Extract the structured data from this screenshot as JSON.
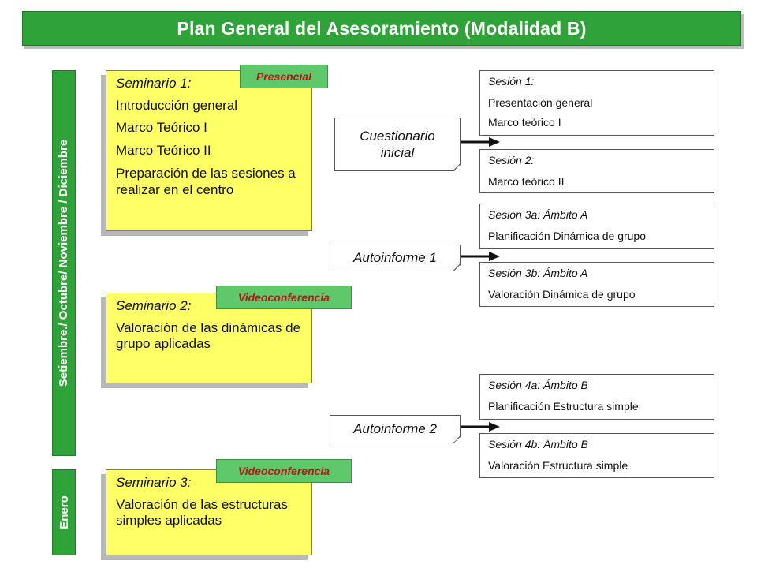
{
  "title": "Plan General del Asesoramiento (Modalidad B)",
  "periods": [
    {
      "label": "Setiembre./ Octubre/ Noviembre / Diciembre"
    },
    {
      "label": "Enero"
    }
  ],
  "seminars": [
    {
      "heading": "Seminario 1:",
      "tag": "Presencial",
      "lines": [
        "Introducción general",
        "Marco Teórico I",
        "Marco Teórico II",
        "Preparación de las sesiones a realizar en el centro"
      ]
    },
    {
      "heading": "Seminario 2:",
      "tag": "Videoconferencia",
      "lines": [
        "Valoración de las dinámicas de grupo aplicadas"
      ]
    },
    {
      "heading": "Seminario 3:",
      "tag": "Videoconferencia",
      "lines": [
        "Valoración de las estructuras simples aplicadas"
      ]
    }
  ],
  "notes": [
    {
      "text": "Cuestionario inicial"
    },
    {
      "text": "Autoinforme 1"
    },
    {
      "text": "Autoinforme 2"
    }
  ],
  "sessions": [
    {
      "heading": "Sesión 1:",
      "lines": [
        "Presentación general",
        "Marco teórico I"
      ]
    },
    {
      "heading": "Sesión 2:",
      "lines": [
        "Marco teórico II"
      ]
    },
    {
      "heading": "Sesión 3a: Ámbito A",
      "lines": [
        "Planificación Dinámica de grupo"
      ]
    },
    {
      "heading": "Sesión 3b: Ámbito A",
      "lines": [
        "Valoración Dinámica de grupo"
      ]
    },
    {
      "heading": "Sesión 4a: Ámbito B",
      "lines": [
        "Planificación Estructura simple"
      ]
    },
    {
      "heading": "Sesión 4b: Ámbito B",
      "lines": [
        "Valoración Estructura simple"
      ]
    }
  ],
  "colors": {
    "title_bar": "#2fa33a",
    "seminar_fill": "#ffff66",
    "tag_fill": "#5fc86a",
    "tag_text": "#c0141d"
  }
}
